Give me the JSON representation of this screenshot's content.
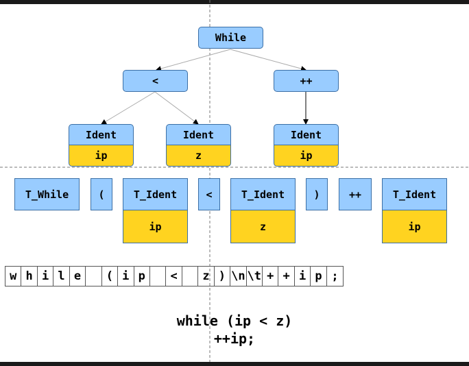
{
  "ast": {
    "root": "While",
    "cond": "<",
    "incr": "++",
    "ident_label": "Ident",
    "left_ident": "ip",
    "right_ident": "z",
    "incr_ident": "ip"
  },
  "tokens": [
    {
      "type": "T_While",
      "value": ""
    },
    {
      "type": "(",
      "value": ""
    },
    {
      "type": "T_Ident",
      "value": "ip"
    },
    {
      "type": "<",
      "value": ""
    },
    {
      "type": "T_Ident",
      "value": "z"
    },
    {
      "type": ")",
      "value": ""
    },
    {
      "type": "++",
      "value": ""
    },
    {
      "type": "T_Ident",
      "value": "ip"
    }
  ],
  "chars": [
    "w",
    "h",
    "i",
    "l",
    "e",
    " ",
    "(",
    "i",
    "p",
    " ",
    "<",
    " ",
    "z",
    ")",
    "\\n",
    "\\t",
    "+",
    "+",
    "i",
    "p",
    ";"
  ],
  "source": {
    "line1": "while (ip < z)",
    "line2": "++ip;"
  }
}
